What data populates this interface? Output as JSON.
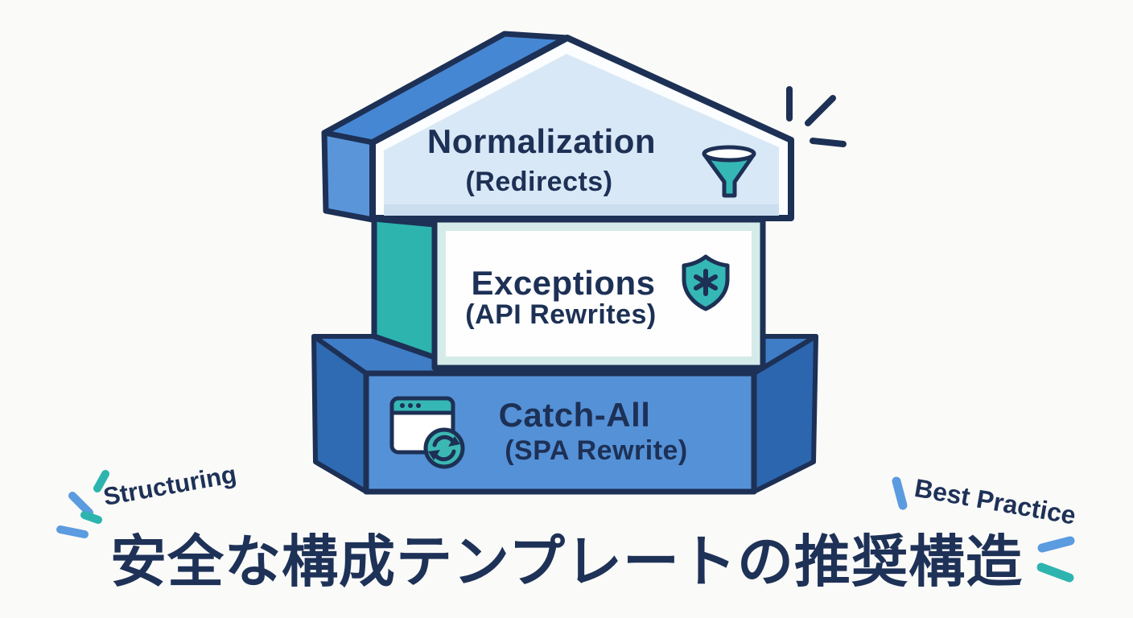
{
  "scene": {
    "background": "#fafaf8",
    "outline_color": "#1d3055"
  },
  "pyramid": {
    "layers": [
      {
        "id": "normalization",
        "title": "Normalization",
        "subtitle": "(Redirects)",
        "icon": "funnel-icon",
        "fill": "#d9e8f6",
        "side_fill": "#4c8bd6"
      },
      {
        "id": "exceptions",
        "title": "Exceptions",
        "subtitle": "(API Rewrites)",
        "icon": "shield-asterisk-icon",
        "fill": "#ffffff",
        "frame_fill": "#d5ebe9",
        "side_fill": "#2db4ae"
      },
      {
        "id": "catch-all",
        "title": "Catch-All",
        "subtitle": "(SPA Rewrite)",
        "icon": "browser-refresh-icon",
        "fill": "#5591d7",
        "side_fill": "#2e6bb2"
      }
    ]
  },
  "captions": {
    "left_tag": "Structuring",
    "right_tag": "Best Practice",
    "heading": "安全な構成テンプレートの推奨構造"
  },
  "accents": {
    "teal_dash": "#2db4ae",
    "blue_dash": "#5b9be0",
    "navy_dash": "#1d3055"
  }
}
